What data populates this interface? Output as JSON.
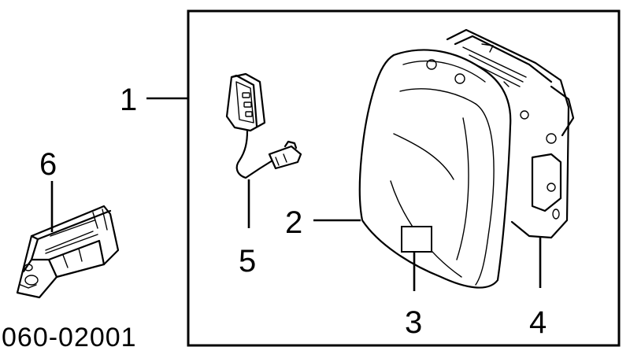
{
  "callouts": {
    "c1": "1",
    "c2": "2",
    "c3": "3",
    "c4": "4",
    "c5": "5",
    "c6": "6"
  },
  "part_code": "060-02001"
}
